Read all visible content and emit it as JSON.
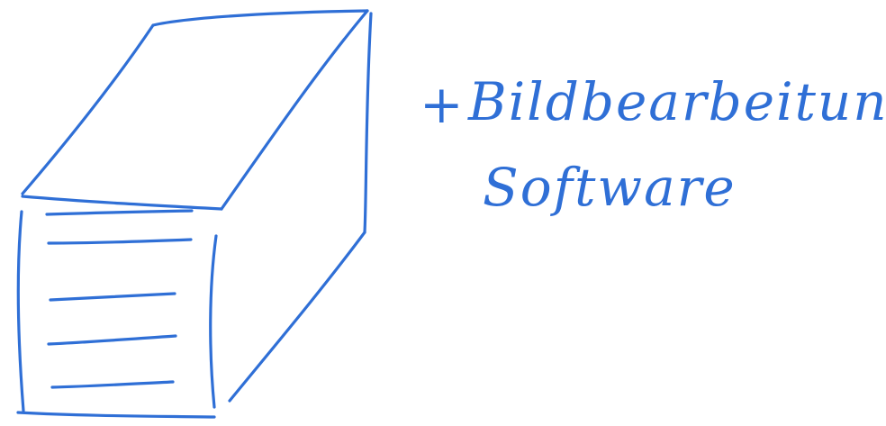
{
  "sketch": {
    "ink_color": "#2f6fd6",
    "subject_icon": "server-tower-sketch",
    "label": {
      "plus": "+",
      "line1": "Bildbearbeitungs-",
      "line2": "Software"
    }
  }
}
